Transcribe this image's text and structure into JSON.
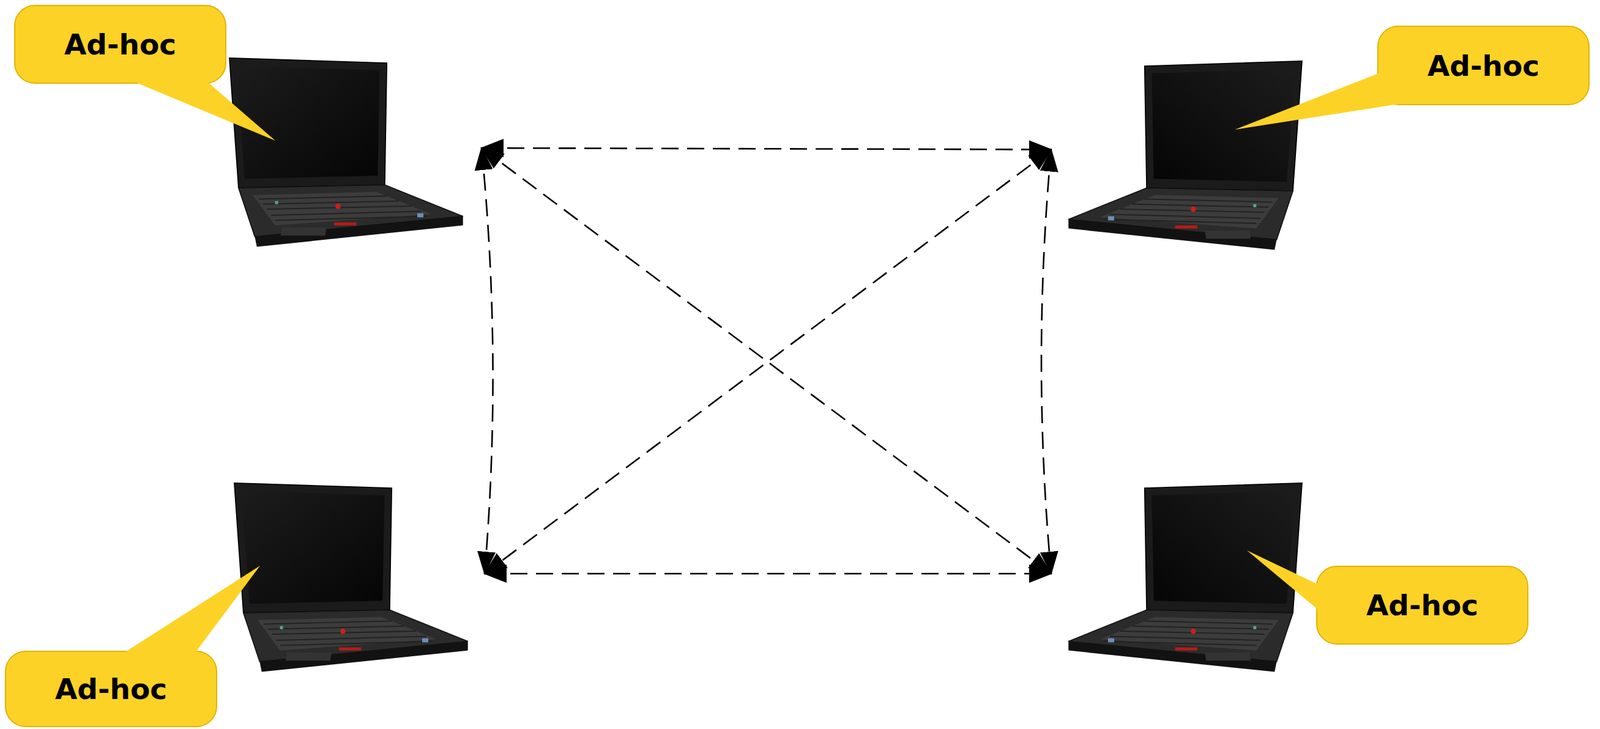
{
  "diagram": {
    "nodes": [
      {
        "text": [
          "Ad-hoc"
        ]
      },
      {
        "text": [
          "Ad-hoc"
        ]
      },
      {
        "text": [
          "Ad-hoc"
        ]
      },
      {
        "text": [
          "Ad-hoc"
        ]
      }
    ],
    "edges": [
      {
        "from": 0,
        "to": 1,
        "arrow": "both"
      },
      {
        "from": 0,
        "to": 2,
        "arrow": "both"
      },
      {
        "from": 0,
        "to": 3,
        "arrow": "both"
      },
      {
        "from": 1,
        "to": 2,
        "arrow": "both"
      },
      {
        "from": 1,
        "to": 3,
        "arrow": "both"
      },
      {
        "from": 2,
        "to": 3,
        "arrow": "both"
      }
    ]
  }
}
